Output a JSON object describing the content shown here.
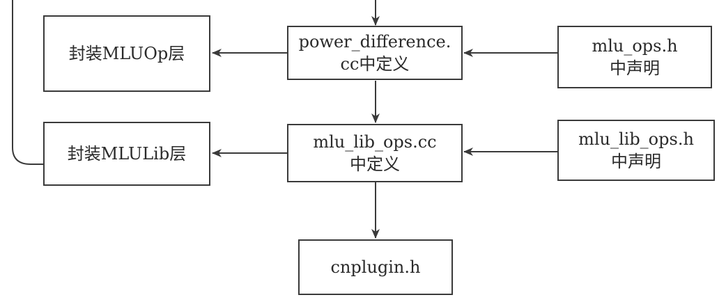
{
  "nodes": {
    "mluop_layer": {
      "label": "封装MLUOp层"
    },
    "power_difference_cc": {
      "lines": [
        "power_difference.",
        "cc中定义"
      ]
    },
    "mlu_ops_h": {
      "lines": [
        "mlu_ops.h",
        "中声明"
      ]
    },
    "mlulib_layer": {
      "label": "封装MLULib层"
    },
    "mlu_lib_ops_cc": {
      "lines": [
        "mlu_lib_ops.cc",
        "中定义"
      ]
    },
    "mlu_lib_ops_h": {
      "lines": [
        "mlu_lib_ops.h",
        "中声明"
      ]
    },
    "cnplugin_h": {
      "label": "cnplugin.h"
    }
  },
  "edges": [
    {
      "from": "",
      "to": "power_difference_cc"
    },
    {
      "from": "power_difference_cc",
      "to": "mluop_layer"
    },
    {
      "from": "mlu_ops_h",
      "to": "power_difference_cc"
    },
    {
      "from": "power_difference_cc",
      "to": "mlu_lib_ops_cc"
    },
    {
      "from": "mlu_lib_ops_cc",
      "to": "mlulib_layer"
    },
    {
      "from": "mlu_lib_ops_h",
      "to": "mlu_lib_ops_cc"
    },
    {
      "from": "mlu_lib_ops_cc",
      "to": "cnplugin_h"
    },
    {
      "from": "mlulib_layer",
      "to": ""
    }
  ],
  "colors": {
    "line": "#3a3a3a",
    "text": "#2a2a2a",
    "background": "#ffffff"
  }
}
